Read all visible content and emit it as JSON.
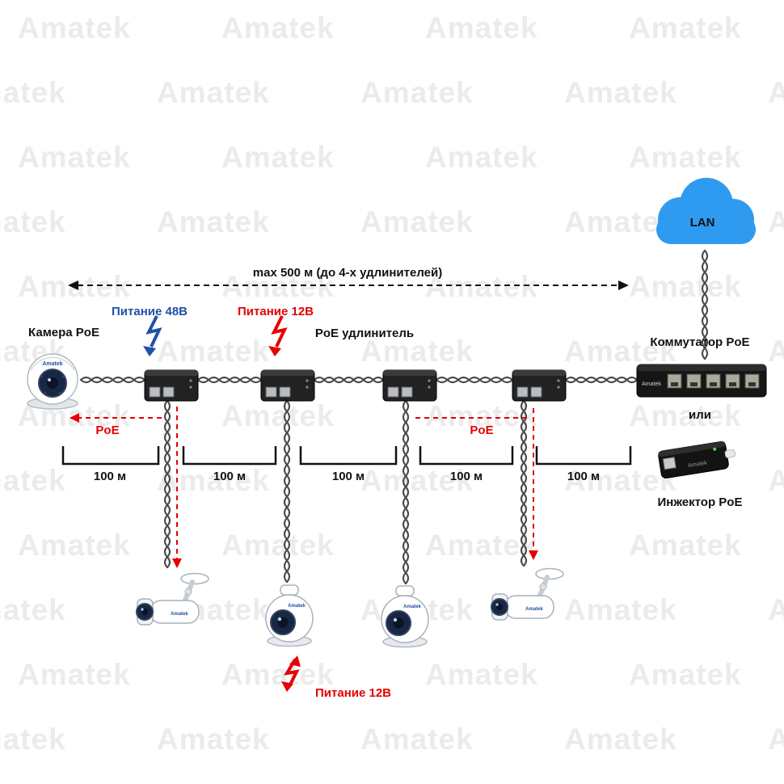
{
  "brand": "Amatek",
  "watermark": {
    "text": "Amatek",
    "color": "#ebebeb"
  },
  "colors": {
    "blue": "#2050a8",
    "red": "#e60000",
    "cloud": "#2f9bf0"
  },
  "top": {
    "distance_label": "max 500 м (до 4-х удлинителей)"
  },
  "labels": {
    "power48": "Питание 48В",
    "power12_top": "Питание 12В",
    "power12_bottom": "Питание 12В",
    "camera": "Камера PoE",
    "extender": "PoE удлинитель",
    "switch": "Коммутатор PoE",
    "or": "или",
    "injector": "Инжектор PoE",
    "lan": "LAN",
    "poe_left": "PoE",
    "poe_right": "PoE"
  },
  "segments": [
    "100 м",
    "100 м",
    "100 м",
    "100 м",
    "100 м"
  ]
}
